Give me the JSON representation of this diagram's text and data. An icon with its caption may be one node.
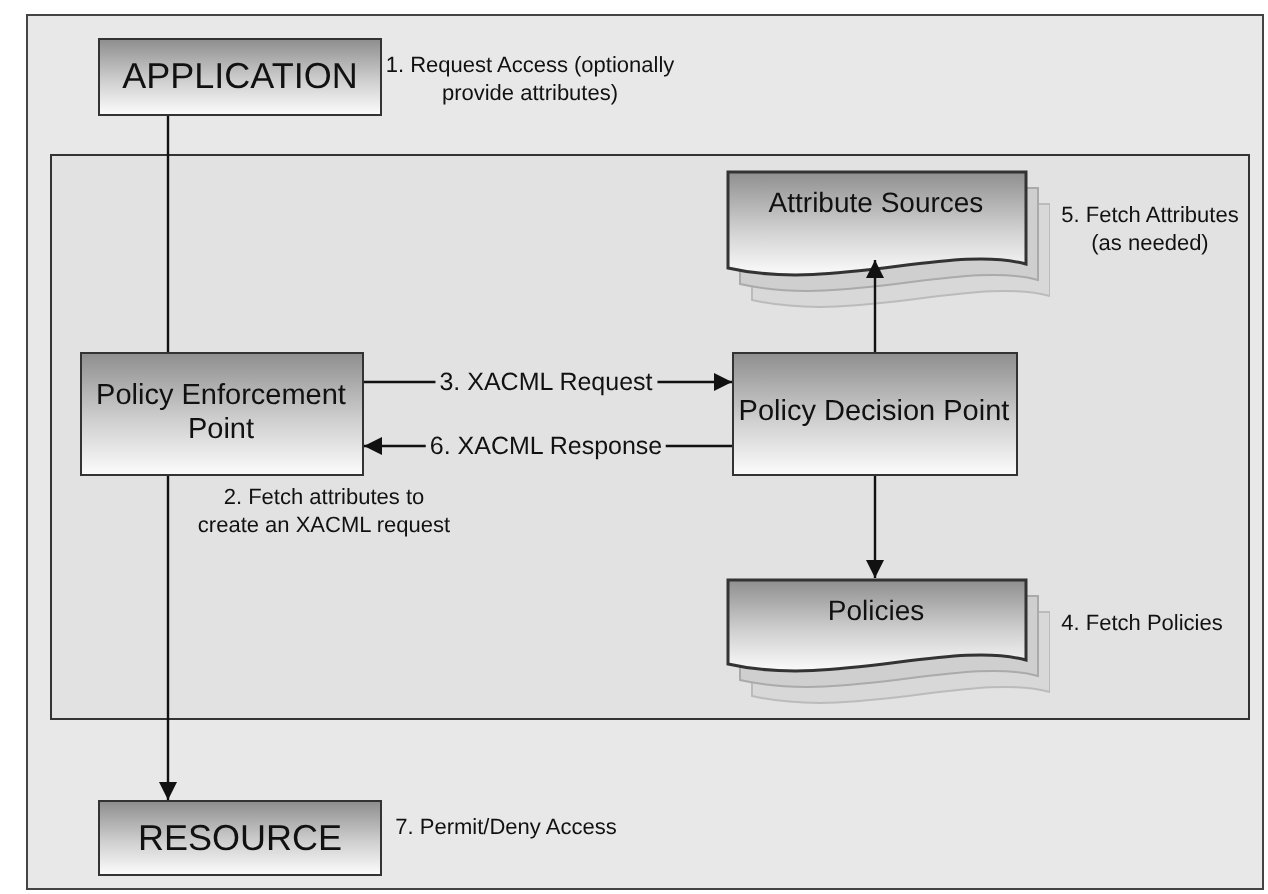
{
  "diagram": {
    "nodes": [
      {
        "text": [
          "APPLICATION"
        ],
        "beside": [
          "1. Request Access (optionally provide attributes)"
        ]
      },
      {
        "text": [],
        "shape": "box"
      },
      {
        "text": [
          "Attribute Sources"
        ],
        "in": 1,
        "beside": [
          "5. Fetch Attributes (as needed)"
        ]
      },
      {
        "text": [
          "Policy Enforcement Point"
        ],
        "in": 1,
        "beside": [
          "2. Fetch attributes to create an XACML request"
        ]
      },
      {
        "text": [
          "Policy Decision Point"
        ],
        "in": 1
      },
      {
        "text": [
          "Policies"
        ],
        "in": 1,
        "beside": [
          "4. Fetch Policies"
        ]
      },
      {
        "text": [
          "RESOURCE"
        ],
        "beside": [
          "7. Permit/Deny Access"
        ]
      }
    ],
    "edges": [
      {
        "from": 0,
        "to": 3,
        "arrow": "none"
      },
      {
        "from": 3,
        "to": 4,
        "label": "3. XACML Request",
        "arrow": "to"
      },
      {
        "from": 4,
        "to": 3,
        "label": "6. XACML Response",
        "arrow": "to"
      },
      {
        "from": 4,
        "to": 2,
        "arrow": "to"
      },
      {
        "from": 4,
        "to": 5,
        "arrow": "to"
      },
      {
        "from": 3,
        "to": 6,
        "arrow": "to"
      }
    ]
  }
}
